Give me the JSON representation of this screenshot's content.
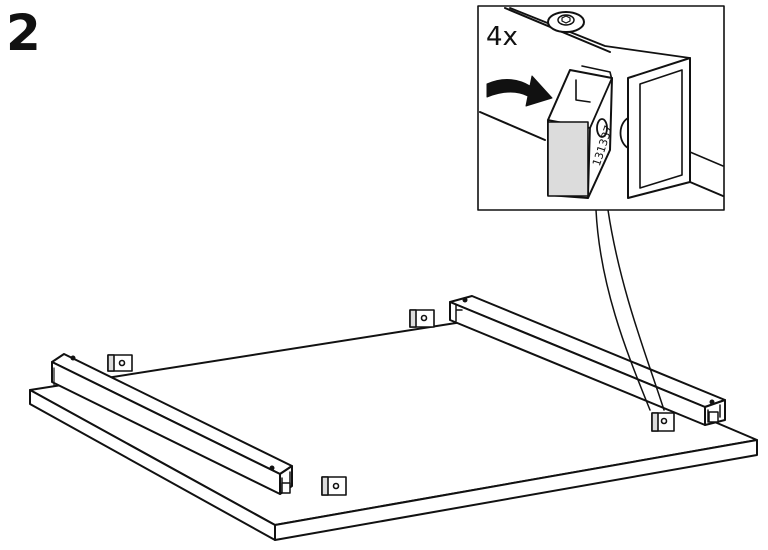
{
  "step": {
    "number": "2"
  },
  "detail": {
    "quantity": "4x",
    "part_number": "131337"
  },
  "icons": [
    "arrow-icon",
    "bracket-icon",
    "hex-bolt-icon"
  ],
  "colors": {
    "line": "#111111",
    "fill": "#ffffff",
    "shade": "#dcdcdc"
  }
}
